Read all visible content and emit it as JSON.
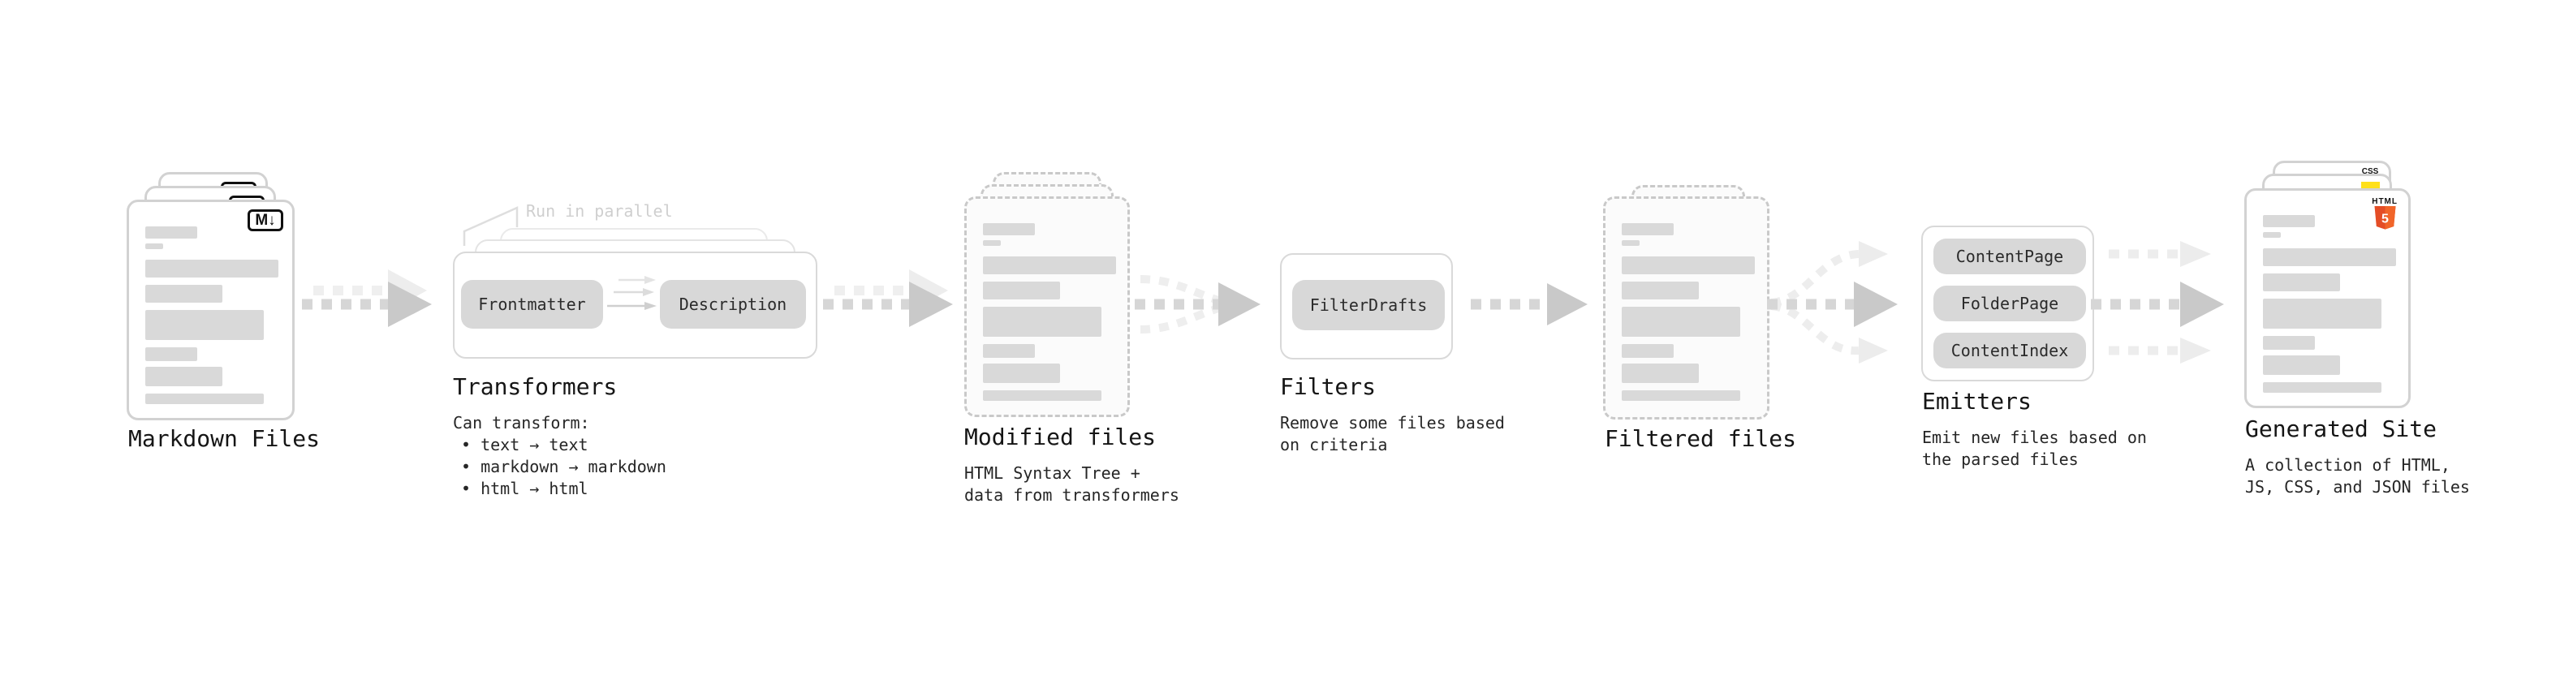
{
  "diagram": {
    "markdown_files": {
      "label": "Markdown Files",
      "badge": "M↓"
    },
    "transformers": {
      "annotation": "Run in parallel",
      "pill_left": "Frontmatter",
      "pill_right": "Description",
      "label": "Transformers",
      "desc_title": "Can transform:",
      "bullets": [
        "text → text",
        "markdown → markdown",
        "html → html"
      ]
    },
    "modified_files": {
      "label": "Modified files",
      "desc": [
        "HTML Syntax Tree +",
        "data from transformers"
      ]
    },
    "filters": {
      "label": "Filters",
      "pill": "FilterDrafts",
      "desc": [
        "Remove some files based",
        "on criteria"
      ]
    },
    "filtered_files": {
      "label": "Filtered files"
    },
    "emitters": {
      "label": "Emitters",
      "pills": [
        "ContentPage",
        "FolderPage",
        "ContentIndex"
      ],
      "desc": [
        "Emit new files based on",
        "the parsed files"
      ]
    },
    "generated_site": {
      "label": "Generated Site",
      "desc": [
        "A collection of HTML,",
        "JS, CSS, and JSON files"
      ],
      "badges": {
        "css": "CSS",
        "html": "HTML",
        "five": "5"
      }
    },
    "colors": {
      "css_blue": "#2962e9",
      "js_yellow": "#ffe01a",
      "html_orange": "#e44d26",
      "html_orange_light": "#f16529"
    }
  }
}
